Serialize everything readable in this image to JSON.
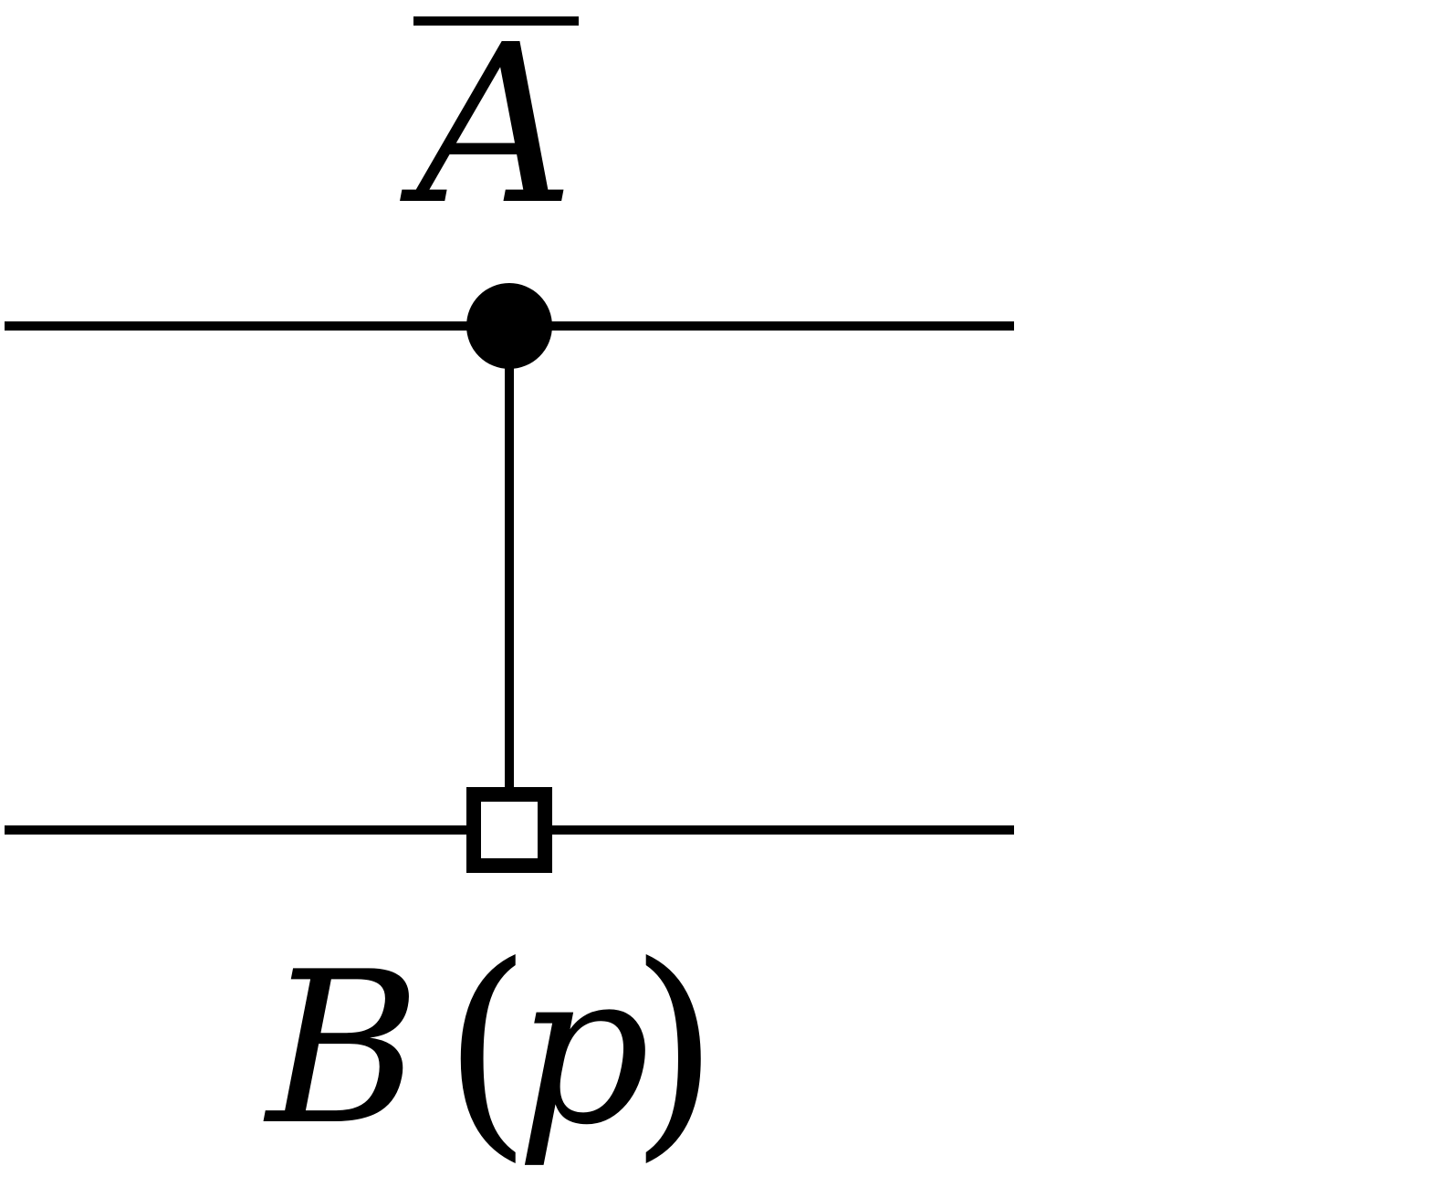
{
  "diagram": {
    "control_label": {
      "symbol": "A",
      "overline": true
    },
    "target_label": {
      "gate": "B",
      "open_paren": "(",
      "argument": "p",
      "close_paren": ")"
    },
    "wires": [
      {
        "name": "control-wire"
      },
      {
        "name": "target-wire"
      }
    ],
    "control_node": {
      "shape": "filled-circle",
      "color": "#000000"
    },
    "target_node": {
      "shape": "open-square",
      "color": "#000000"
    }
  }
}
